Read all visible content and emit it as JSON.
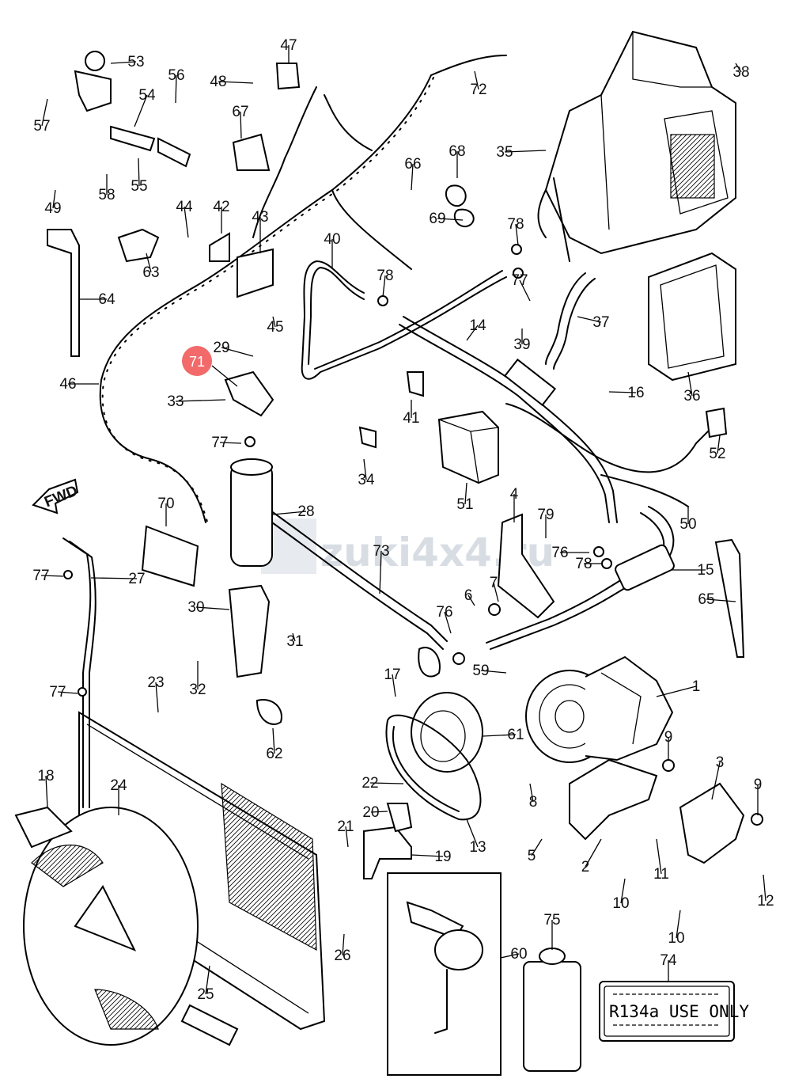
{
  "watermark": "zuki4x4.ru",
  "fwd_arrow": "FWD",
  "highlighted_part": "71",
  "sticker": {
    "label": "R134a USE ONLY"
  },
  "colors": {
    "highlight": "#f26a6a",
    "line": "#000000",
    "watermark": "#b9c3cf"
  },
  "part_numbers": [
    "1",
    "2",
    "3",
    "4",
    "5",
    "6",
    "7",
    "8",
    "9",
    "9",
    "10",
    "10",
    "11",
    "12",
    "13",
    "14",
    "15",
    "16",
    "17",
    "18",
    "19",
    "20",
    "21",
    "22",
    "23",
    "24",
    "25",
    "26",
    "27",
    "28",
    "29",
    "30",
    "31",
    "32",
    "33",
    "34",
    "35",
    "36",
    "37",
    "38",
    "39",
    "40",
    "41",
    "42",
    "43",
    "44",
    "45",
    "46",
    "47",
    "48",
    "49",
    "50",
    "51",
    "52",
    "53",
    "54",
    "55",
    "56",
    "57",
    "58",
    "59",
    "60",
    "61",
    "62",
    "63",
    "64",
    "65",
    "66",
    "67",
    "68",
    "69",
    "70",
    "72",
    "73",
    "74",
    "75",
    "76",
    "76",
    "77",
    "77",
    "77",
    "77",
    "78",
    "78",
    "78",
    "79"
  ]
}
